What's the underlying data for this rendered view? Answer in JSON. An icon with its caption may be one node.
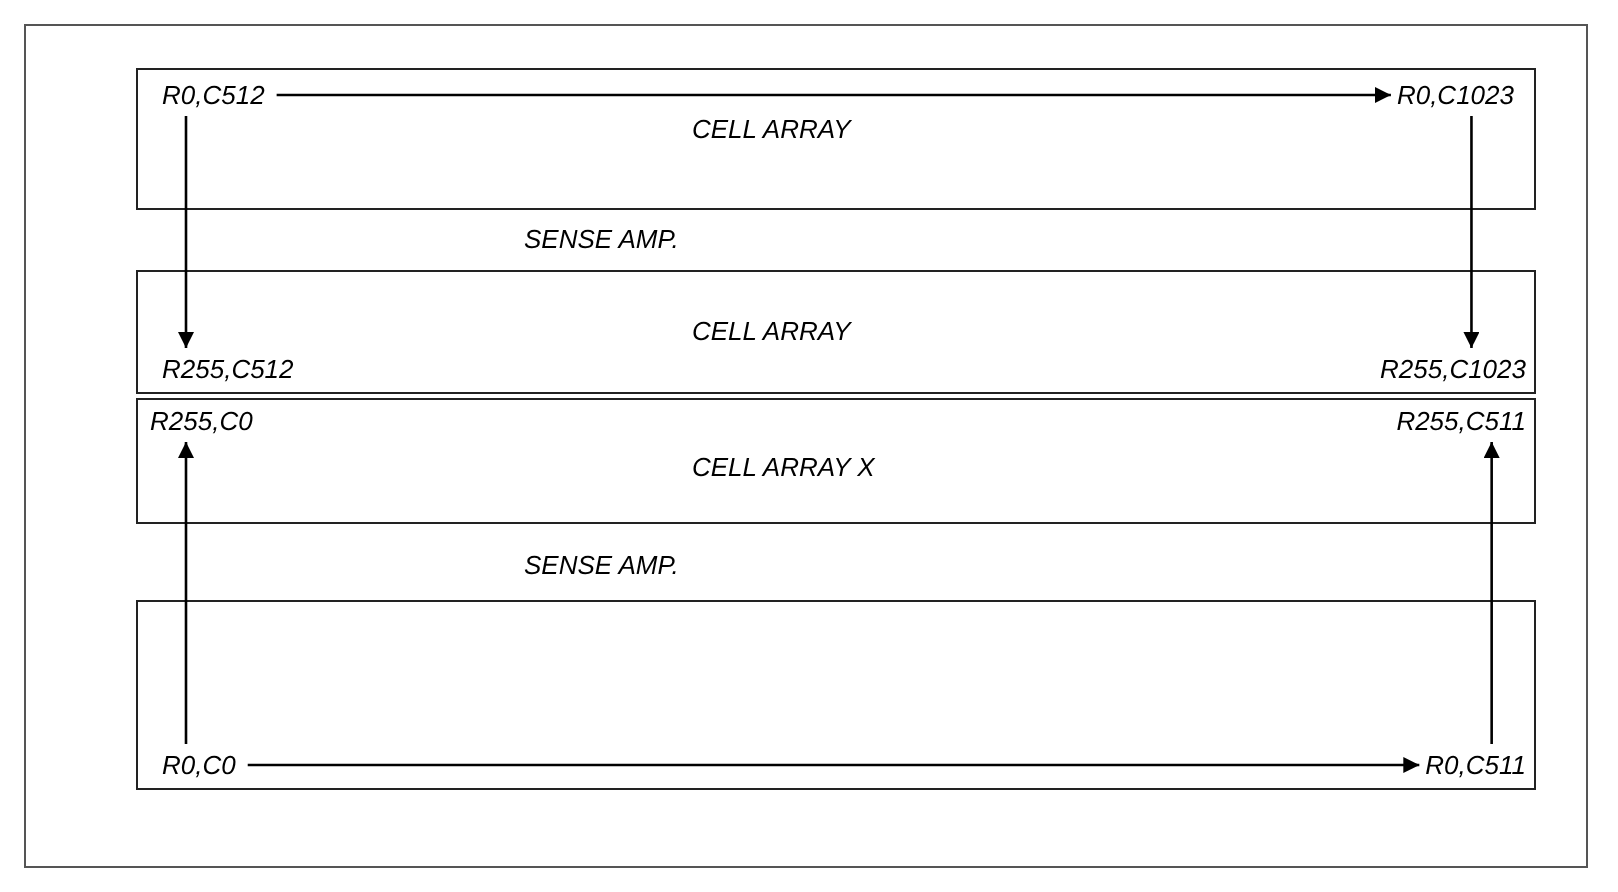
{
  "diagram": {
    "nodes": [
      {
        "text": [
          "CELL ARRAY"
        ]
      },
      {
        "text": [
          "R0,C512"
        ],
        "in": 0
      },
      {
        "text": [
          "R0,C1023"
        ],
        "in": 0
      },
      {
        "text": [
          "CELL ARRAY"
        ]
      },
      {
        "text": [
          "R255,C512"
        ],
        "in": 3
      },
      {
        "text": [
          "R255,C1023"
        ],
        "in": 3
      },
      {
        "text": [
          "CELL ARRAY X"
        ]
      },
      {
        "text": [
          "R255,C0"
        ],
        "in": 6
      },
      {
        "text": [
          "R255,C511"
        ],
        "in": 6
      },
      {
        "text": [],
        "shape": "box"
      },
      {
        "text": [
          "R0,C0"
        ],
        "in": 9
      },
      {
        "text": [
          "R0,C511"
        ],
        "in": 9
      }
    ],
    "edges": [
      {
        "from": 1,
        "to": 2,
        "arrow": "to"
      },
      {
        "from": 1,
        "to": 4,
        "arrow": "to"
      },
      {
        "from": 2,
        "to": 5,
        "arrow": "to"
      },
      {
        "from": 10,
        "to": 7,
        "arrow": "to"
      },
      {
        "from": 10,
        "to": 11,
        "arrow": "to"
      },
      {
        "from": 11,
        "to": 8,
        "arrow": "to"
      }
    ],
    "labels": [
      "SENSE AMP.",
      "SENSE AMP."
    ]
  }
}
